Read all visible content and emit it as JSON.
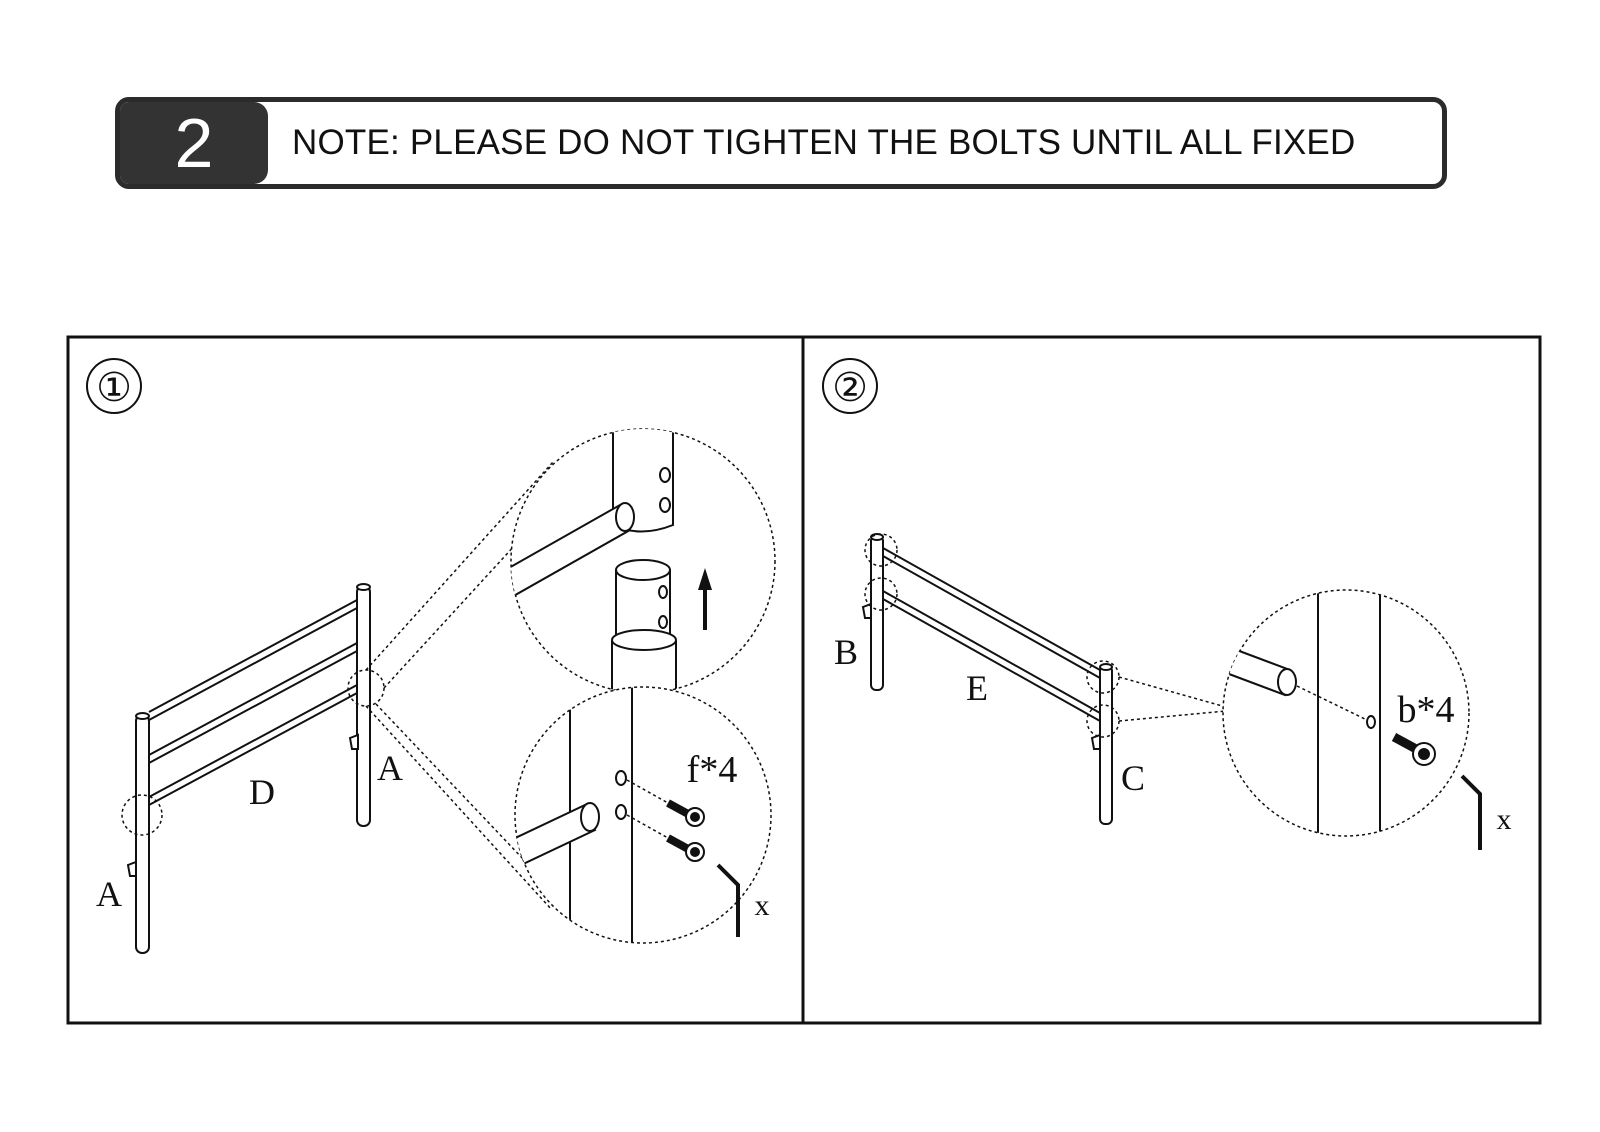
{
  "step": {
    "number": "2",
    "note": "NOTE: PLEASE DO NOT TIGHTEN THE BOLTS UNTIL ALL FIXED"
  },
  "panels": [
    {
      "index": "①",
      "labels": {
        "part_d": "D",
        "part_a_left": "A",
        "part_a_right": "A",
        "screws": "f*4",
        "tool": "x"
      }
    },
    {
      "index": "②",
      "labels": {
        "part_b": "B",
        "part_e": "E",
        "part_c": "C",
        "screws": "b*4",
        "tool": "x"
      }
    }
  ],
  "colors": {
    "ink": "#111111",
    "header_fill": "#333333"
  }
}
